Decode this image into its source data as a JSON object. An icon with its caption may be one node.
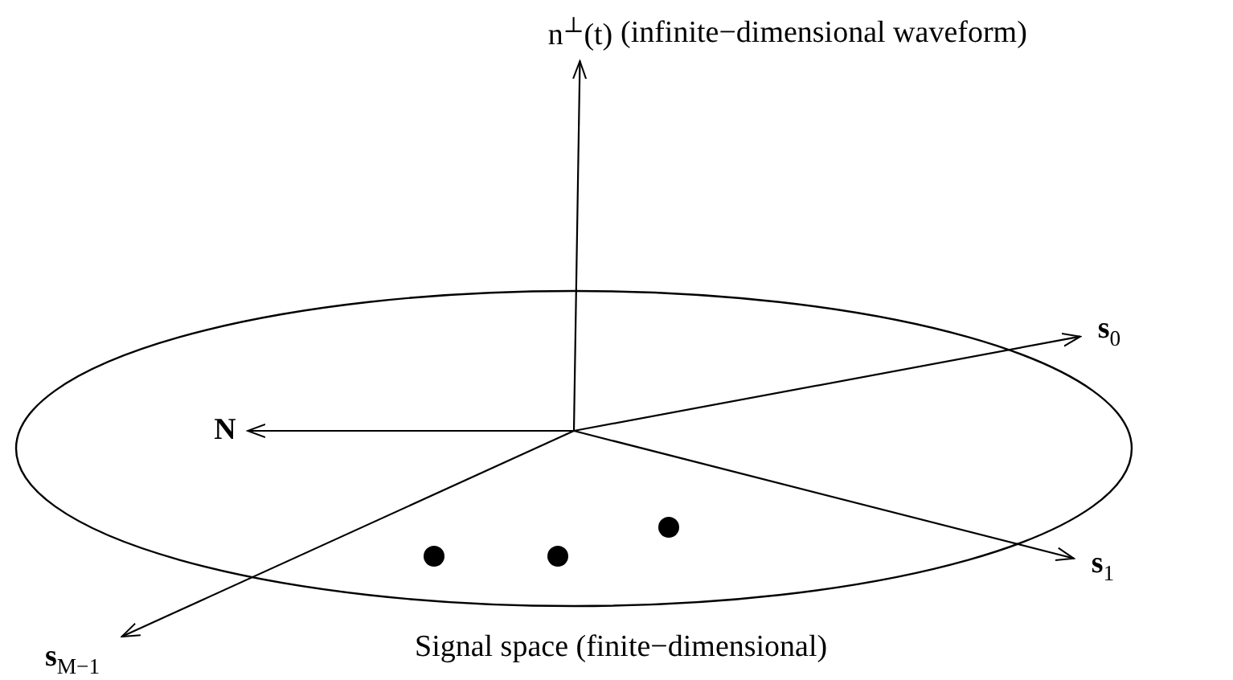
{
  "diagram": {
    "nodes": [
      {
        "text": [
          "Signal space (finite−dimensional)"
        ]
      },
      {
        "text": [
          "n$^{⊥}$(t)"
        ],
        "beside": [
          "(infinite−dimensional waveform)"
        ]
      },
      {
        "text": [
          "**s**$_{0}$"
        ]
      },
      {
        "text": [
          "N"
        ],
        "in": 0
      },
      {
        "text": [
          "**s**$_{1}$"
        ]
      },
      {
        "text": [
          "**s**$_{M−1}$"
        ]
      }
    ],
    "edges": [
      {
        "from": null,
        "to": 1,
        "arrow": "to"
      },
      {
        "from": null,
        "to": 2,
        "arrow": "to"
      },
      {
        "from": null,
        "to": 3,
        "arrow": "to"
      },
      {
        "from": null,
        "to": 4,
        "arrow": "to"
      },
      {
        "from": null,
        "to": 5,
        "arrow": "to"
      }
    ]
  }
}
